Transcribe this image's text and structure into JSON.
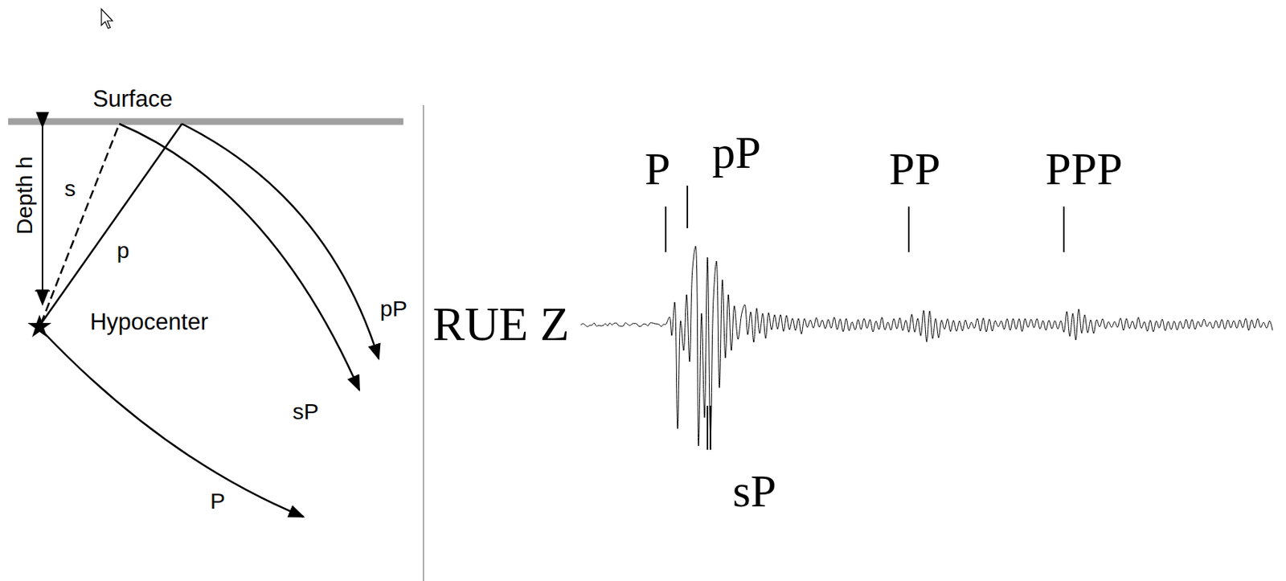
{
  "diagram": {
    "labels": [
      "Surface",
      "Depth h",
      "s",
      "p",
      "Hypocenter",
      "pP",
      "sP",
      "P",
      "RUE Z",
      "P",
      "pP",
      "PP",
      "PPP",
      "sP"
    ]
  }
}
